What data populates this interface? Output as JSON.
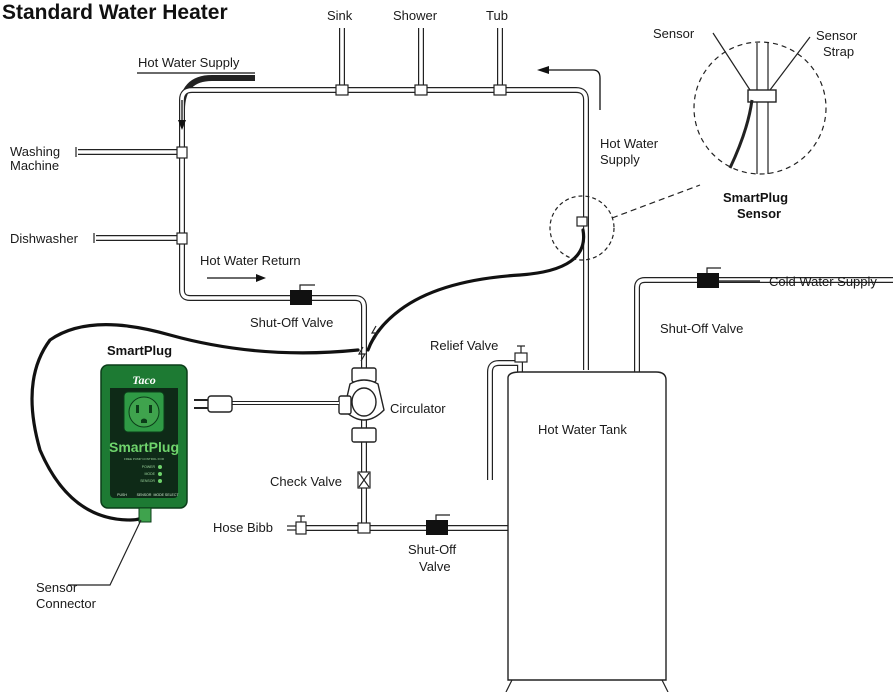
{
  "title": "Standard Water Heater",
  "labels": {
    "sink": "Sink",
    "shower": "Shower",
    "tub": "Tub",
    "hot_water_supply_top": "Hot Water Supply",
    "hot_water_supply_right_1": "Hot Water",
    "hot_water_supply_right_2": "Supply",
    "washing_machine_1": "Washing",
    "washing_machine_2": "Machine",
    "dishwasher": "Dishwasher",
    "hot_water_return": "Hot Water Return",
    "shutoff_valve_return": "Shut-Off Valve",
    "smartplug": "SmartPlug",
    "relief_valve": "Relief Valve",
    "circulator": "Circulator",
    "check_valve": "Check Valve",
    "hose_bibb": "Hose Bibb",
    "shutoff_valve_bottom_1": "Shut-Off",
    "shutoff_valve_bottom_2": "Valve",
    "hot_water_tank": "Hot Water Tank",
    "cold_water_supply": "Cold Water Supply",
    "shutoff_valve_cold": "Shut-Off Valve",
    "sensor": "Sensor",
    "sensor_strap_1": "Sensor",
    "sensor_strap_2": "Strap",
    "smartplug_sensor_1": "SmartPlug",
    "smartplug_sensor_2": "Sensor",
    "sensor_connector_1": "Sensor",
    "sensor_connector_2": "Connector"
  },
  "device": {
    "brand": "Taco",
    "name": "SmartPlug",
    "subtitle": "FREE PUMP CONTROL FOR",
    "indicators": [
      "POWER",
      "MODE",
      "SENSOR"
    ],
    "buttons": [
      "PUSH",
      "SENSOR",
      "MODE SELECT"
    ],
    "body_color": "#1d7a33",
    "face_color": "#0e2a17",
    "accent_color": "#3fa34d"
  }
}
